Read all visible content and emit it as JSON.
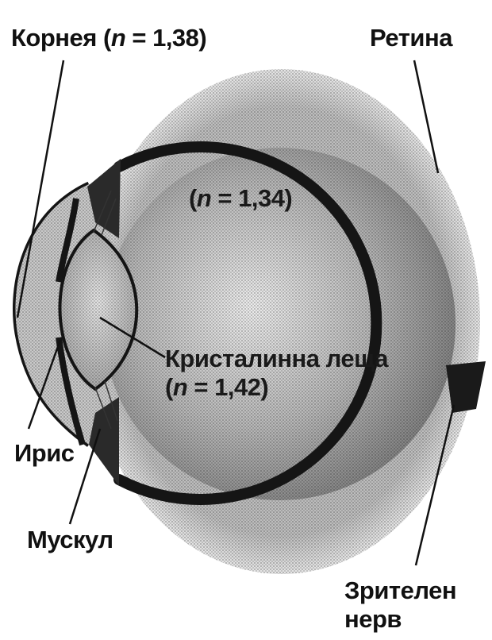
{
  "labels": {
    "cornea": {
      "name": "Корнея",
      "open": "(",
      "n": "n",
      "eq": " = 1,38)"
    },
    "retina": "Ретина",
    "vitreous": {
      "open": "(",
      "n": "n",
      "eq": " = 1,34)"
    },
    "lens": {
      "name": "Кристалинна леща",
      "open": "(",
      "n": "n",
      "eq": " = 1,42)"
    },
    "iris": "Ирис",
    "muscle": "Мускул",
    "optic_nerve": {
      "line1": "Зрителен",
      "line2": "нерв"
    }
  },
  "colors": {
    "ink": "#111111",
    "eye_fill_light": "#d2d2d2",
    "eye_fill_dark": "#8a8a8a",
    "shell": "#151515"
  }
}
